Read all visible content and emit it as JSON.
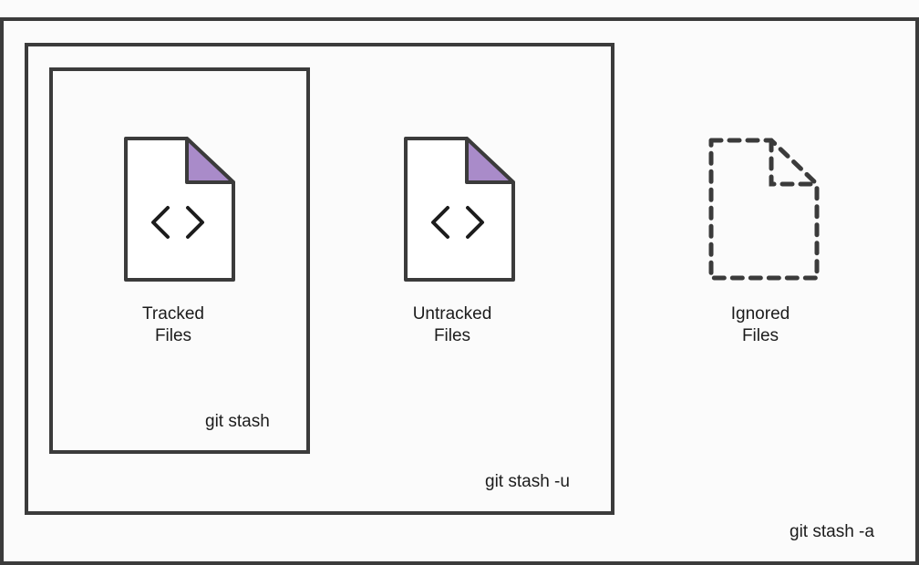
{
  "diagram": {
    "title": "git stash scope",
    "colors": {
      "stroke": "#3b3b3b",
      "fold_fill": "#a98bc9",
      "background": "#fbfbfb"
    },
    "files": [
      {
        "id": "tracked",
        "line1": "Tracked",
        "line2": "Files",
        "icon": "code-file-icon",
        "style": "solid"
      },
      {
        "id": "untracked",
        "line1": "Untracked",
        "line2": "Files",
        "icon": "code-file-icon",
        "style": "solid"
      },
      {
        "id": "ignored",
        "line1": "Ignored",
        "line2": "Files",
        "icon": "dashed-file-icon",
        "style": "dashed"
      }
    ],
    "commands": {
      "inner": "git stash",
      "middle": "git stash -u",
      "outer": "git stash -a"
    }
  }
}
